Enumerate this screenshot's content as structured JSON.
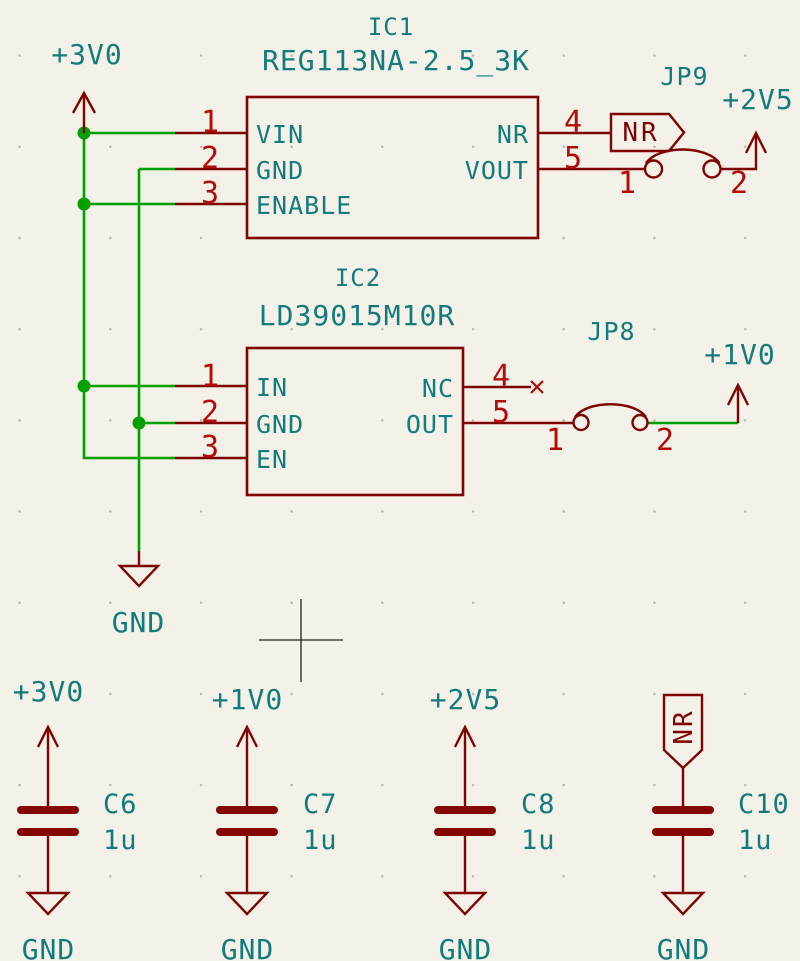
{
  "ic1": {
    "ref": "IC1",
    "value": "REG113NA-2.5_3K",
    "pins_left": [
      {
        "num": "1",
        "name": "VIN"
      },
      {
        "num": "2",
        "name": "GND"
      },
      {
        "num": "3",
        "name": "ENABLE"
      }
    ],
    "pins_right": [
      {
        "num": "4",
        "name": "NR"
      },
      {
        "num": "5",
        "name": "VOUT"
      }
    ]
  },
  "ic2": {
    "ref": "IC2",
    "value": "LD39015M10R",
    "pins_left": [
      {
        "num": "1",
        "name": "IN"
      },
      {
        "num": "2",
        "name": "GND"
      },
      {
        "num": "3",
        "name": "EN"
      }
    ],
    "pins_right": [
      {
        "num": "4",
        "name": "NC"
      },
      {
        "num": "5",
        "name": "OUT"
      }
    ]
  },
  "jp9": {
    "ref": "JP9",
    "pin1": "1",
    "pin2": "2",
    "output_net": "+2V5"
  },
  "jp8": {
    "ref": "JP8",
    "pin1": "1",
    "pin2": "2",
    "output_net": "+1V0"
  },
  "input_net": "+3V0",
  "gnd_label": "GND",
  "nr_label": "NR",
  "capacitors": [
    {
      "ref": "C6",
      "value": "1u",
      "net_top": "+3V0",
      "net_bottom": "GND"
    },
    {
      "ref": "C7",
      "value": "1u",
      "net_top": "+1V0",
      "net_bottom": "GND"
    },
    {
      "ref": "C8",
      "value": "1u",
      "net_top": "+2V5",
      "net_bottom": "GND"
    },
    {
      "ref": "C10",
      "value": "1u",
      "net_top": "NR",
      "net_bottom": "GND"
    }
  ],
  "colors": {
    "background": "#F3F1E8",
    "wire_green": "#00A000",
    "symbol_maroon": "#7E0303",
    "pin_number_red": "#B40A0A",
    "text_teal": "#127B7B",
    "grid_dot": "#BBBBB2",
    "crosshair": "#222222"
  }
}
